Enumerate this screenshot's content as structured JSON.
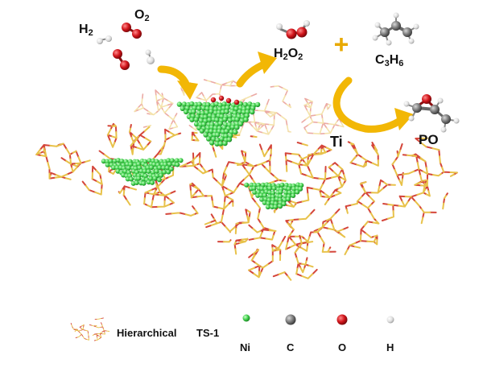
{
  "molecules": {
    "h2": {
      "main": "H",
      "sub": "2"
    },
    "o2": {
      "main": "O",
      "sub": "2"
    },
    "h2o2": {
      "a": "H",
      "b": "2",
      "c": "O",
      "d": "2"
    },
    "c3h6": {
      "a": "C",
      "b": "3",
      "c": "H",
      "d": "6"
    },
    "po": "PO"
  },
  "plus": "+",
  "site_label": "Ti",
  "legend": {
    "support": "Hierarchical",
    "support_name": "TS-1",
    "ni": "Ni",
    "c": "C",
    "o": "O",
    "h": "H"
  },
  "colors": {
    "arrow": "#f2b705",
    "framework_red": "#d4453a",
    "framework_yellow": "#e8c24a",
    "nickel": "#3ecf4a",
    "oxygen": "#d0141a",
    "carbon": "#7a7a7a",
    "hydrogen": "#e6e6e6"
  }
}
